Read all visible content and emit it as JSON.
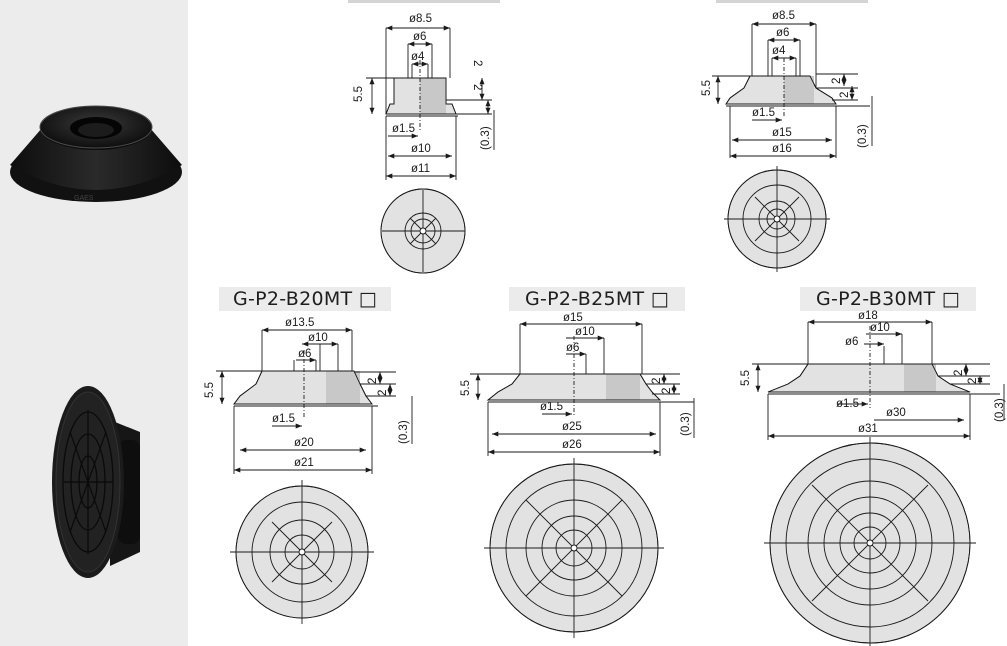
{
  "labels": {
    "b20": "G-P2-B20MT □",
    "b25": "G-P2-B25MT □",
    "b30": "G-P2-B30MT □"
  },
  "photos": {
    "top": "",
    "bottom": ""
  },
  "colors": {
    "panel": "#ececec",
    "label_bg": "#ebebeb",
    "cup_fill": "#e2e2e2",
    "cup_dark": "#c8c8c8",
    "line": "#1a1a1a"
  },
  "d1": {
    "d85": "ø8.5",
    "d6": "ø6",
    "d4": "ø4",
    "d15": "ø1.5",
    "d10": "ø10",
    "d11": "ø11",
    "h55": "5.5",
    "h2a": "2",
    "h2b": "2",
    "h03": "(0.3)"
  },
  "d2": {
    "d85": "ø8.5",
    "d6": "ø6",
    "d4": "ø4",
    "d15": "ø1.5",
    "d15b": "ø15",
    "d16": "ø16",
    "h55": "5.5",
    "h2a": "2",
    "h2b": "2",
    "h03": "(0.3)"
  },
  "d3": {
    "d135": "ø13.5",
    "d10": "ø10",
    "d6": "ø6",
    "d15": "ø1.5",
    "d20": "ø20",
    "d21": "ø21",
    "h55": "5.5",
    "h2a": "2",
    "h2b": "2",
    "h03": "(0.3)"
  },
  "d4": {
    "d15b": "ø15",
    "d10": "ø10",
    "d6": "ø6",
    "d15": "ø1.5",
    "d25": "ø25",
    "d26": "ø26",
    "h55": "5.5",
    "h2a": "2",
    "h2b": "2",
    "h03": "(0.3)"
  },
  "d5": {
    "d18": "ø18",
    "d10": "ø10",
    "d6": "ø6",
    "d15": "ø1.5",
    "d30": "ø30",
    "d31": "ø31",
    "h55": "5.5",
    "h2a": "2",
    "h2b": "2",
    "h03": "(0.3)"
  }
}
